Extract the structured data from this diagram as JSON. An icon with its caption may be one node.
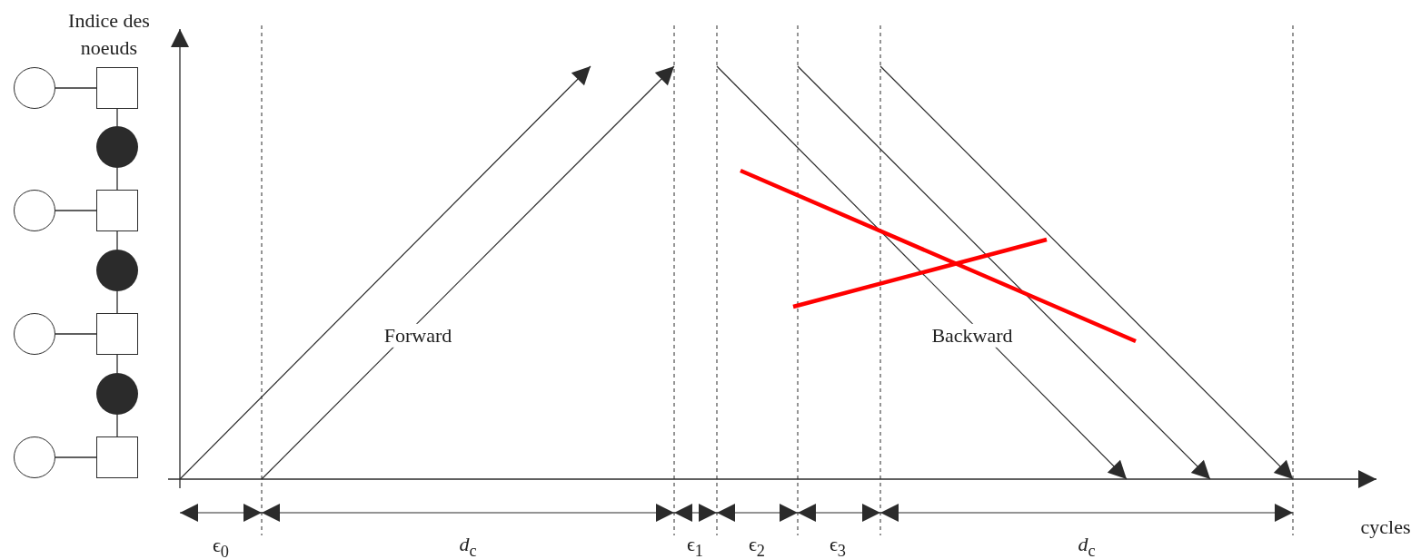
{
  "diagram": {
    "nodes": [
      {
        "text": [],
        "shape": "circle"
      },
      {
        "text": [],
        "shape": "box"
      },
      {
        "text": [],
        "shape": "dot"
      },
      {
        "text": [],
        "shape": "circle"
      },
      {
        "text": [],
        "shape": "box"
      },
      {
        "text": [],
        "shape": "dot"
      },
      {
        "text": [],
        "shape": "circle"
      },
      {
        "text": [],
        "shape": "box"
      },
      {
        "text": [],
        "shape": "dot"
      },
      {
        "text": [],
        "shape": "circle"
      },
      {
        "text": [],
        "shape": "box"
      }
    ],
    "edges": [
      {
        "from": 0,
        "to": 1,
        "arrow": "none"
      },
      {
        "from": 1,
        "to": 2,
        "arrow": "none"
      },
      {
        "from": 2,
        "to": 4,
        "arrow": "none"
      },
      {
        "from": 3,
        "to": 4,
        "arrow": "none"
      },
      {
        "from": 4,
        "to": 5,
        "arrow": "none"
      },
      {
        "from": 5,
        "to": 7,
        "arrow": "none"
      },
      {
        "from": 6,
        "to": 7,
        "arrow": "none"
      },
      {
        "from": 7,
        "to": 8,
        "arrow": "none"
      },
      {
        "from": 8,
        "to": 10,
        "arrow": "none"
      },
      {
        "from": 9,
        "to": 10,
        "arrow": "none"
      }
    ],
    "labels": [
      "Indice des noeuds",
      "Forward",
      "Backward",
      "cycles",
      "ϵ$_{0}$",
      "*d*$_{c}$",
      "ϵ$_{1}$",
      "ϵ$_{2}$",
      "ϵ$_{3}$",
      "*d*$_{c}$"
    ]
  }
}
